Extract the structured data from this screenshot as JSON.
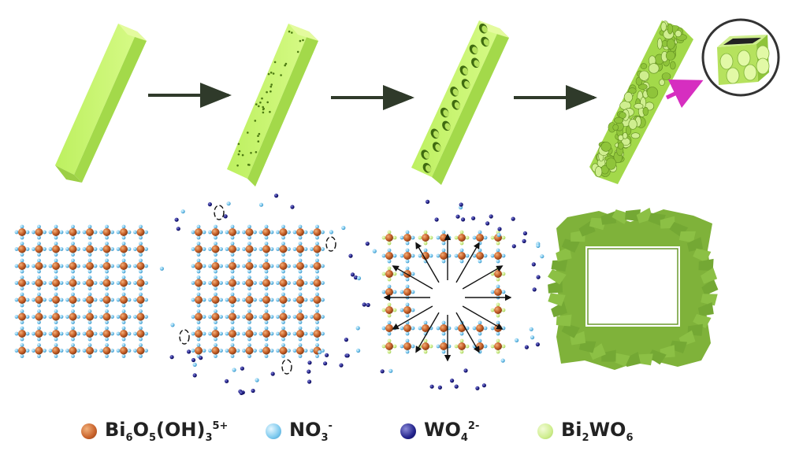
{
  "colors": {
    "rod_face": "#c6f36a",
    "rod_side": "#a3d94a",
    "rod_top": "#dcf88c",
    "bi6_ion": "#c8622b",
    "no3_ion": "#7cc9ee",
    "wo4_ion": "#23238c",
    "bi2wo6": "#cfee8f",
    "shell": "#7fb23a",
    "arrow": "#2f3a2a",
    "magenta_arrow": "#d62ec0"
  },
  "stages": [
    "solid-rod",
    "etched-rod",
    "pitted-rod",
    "tubular-rod"
  ],
  "legend": [
    {
      "id": "bi6",
      "label_html": "Bi<sub>6</sub>O<sub>5</sub>(OH)<sub>3</sub><sup>5+</sup>",
      "color": "#c8622b"
    },
    {
      "id": "no3",
      "label_html": "NO<sub>3</sub><sup>-</sup>",
      "color": "#7cc9ee"
    },
    {
      "id": "wo4",
      "label_html": "WO<sub>4</sub><sup>2-</sup>",
      "color": "#23238c"
    },
    {
      "id": "bi2",
      "label_html": "Bi<sub>2</sub>WO<sub>6</sub>",
      "color": "#cfee8f"
    }
  ]
}
